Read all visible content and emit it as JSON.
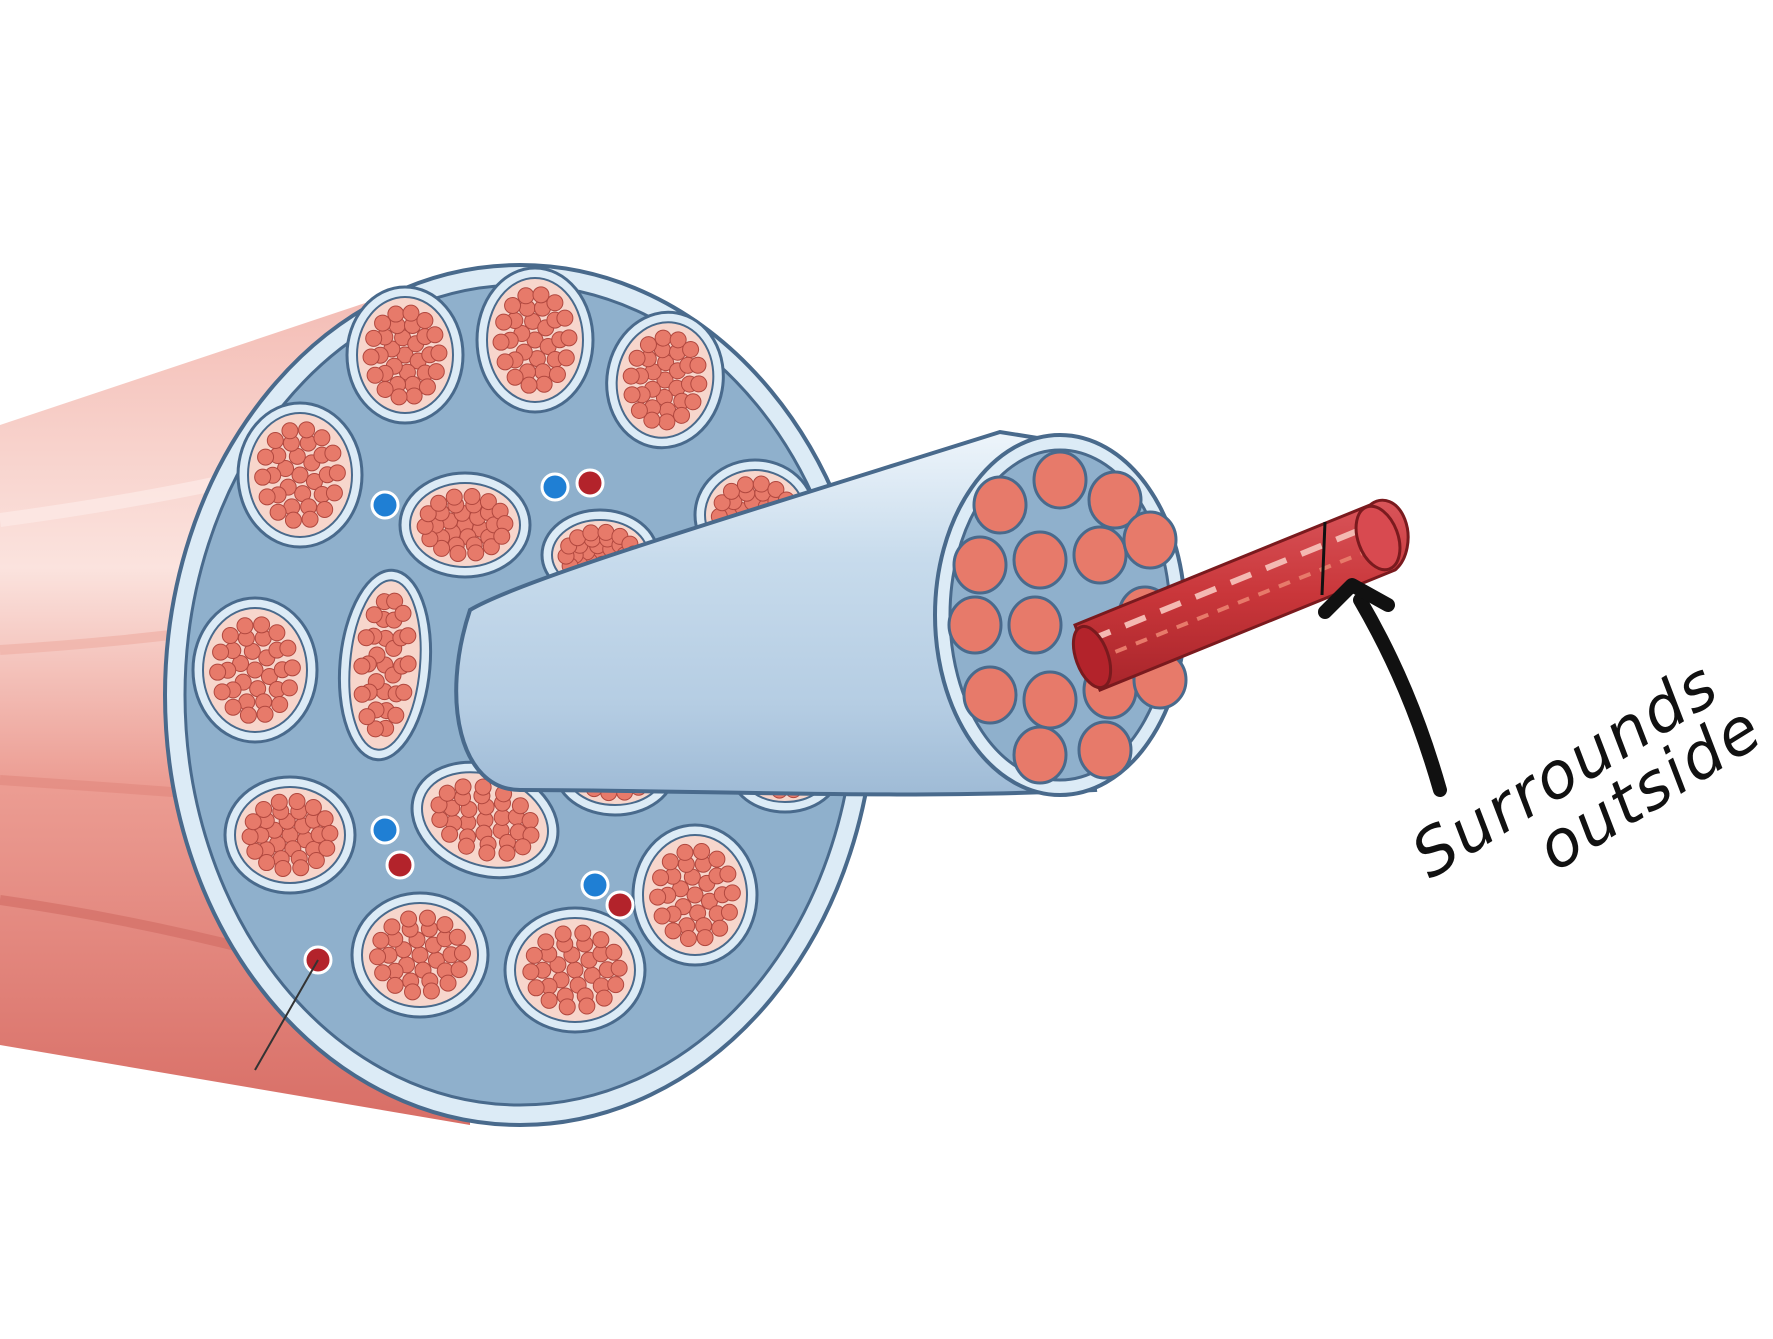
{
  "annotation": {
    "line1": "Surrounds",
    "line2": "outside"
  },
  "colors": {
    "background": "#ffffff",
    "muscle_outer": "#e2857d",
    "muscle_light": "#f6d3cd",
    "perimysium_fill": "#8fb0cc",
    "sheath_light": "#dcebf6",
    "sheath_edge": "#496a8c",
    "fascicle_fill": "#f7d6cc",
    "myofibril_dot": "#e77a6a",
    "myofibril_edge": "#b1483f",
    "fiber_red": "#c9363a",
    "vein_blue": "#1f7fd4",
    "artery_red": "#b3232b",
    "arrow_black": "#111111"
  },
  "icons": [
    "muscle-cross-section",
    "fascicle-extrusion",
    "muscle-fiber",
    "annotation-arrow"
  ]
}
